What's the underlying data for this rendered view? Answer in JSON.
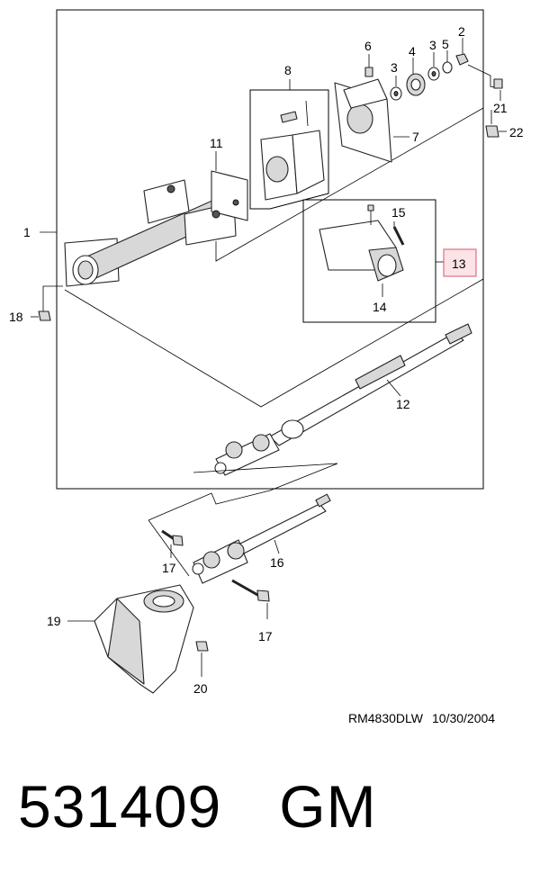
{
  "diagram": {
    "callouts": {
      "c1": "1",
      "c2": "2",
      "c3a": "3",
      "c3b": "3",
      "c4": "4",
      "c5": "5",
      "c6": "6",
      "c7": "7",
      "c8": "8",
      "c11": "11",
      "c12": "12",
      "c13": "13",
      "c14": "14",
      "c15": "15",
      "c16": "16",
      "c17a": "17",
      "c17b": "17",
      "c18": "18",
      "c19": "19",
      "c20": "20",
      "c21": "21",
      "c22": "22"
    },
    "highlight_color": "#e07080",
    "highlight_fill": "#fbe3e6"
  },
  "reference": {
    "code": "RM4830DLW",
    "date": "10/30/2004"
  },
  "footer": {
    "part_number": "531409",
    "brand": "GM"
  }
}
